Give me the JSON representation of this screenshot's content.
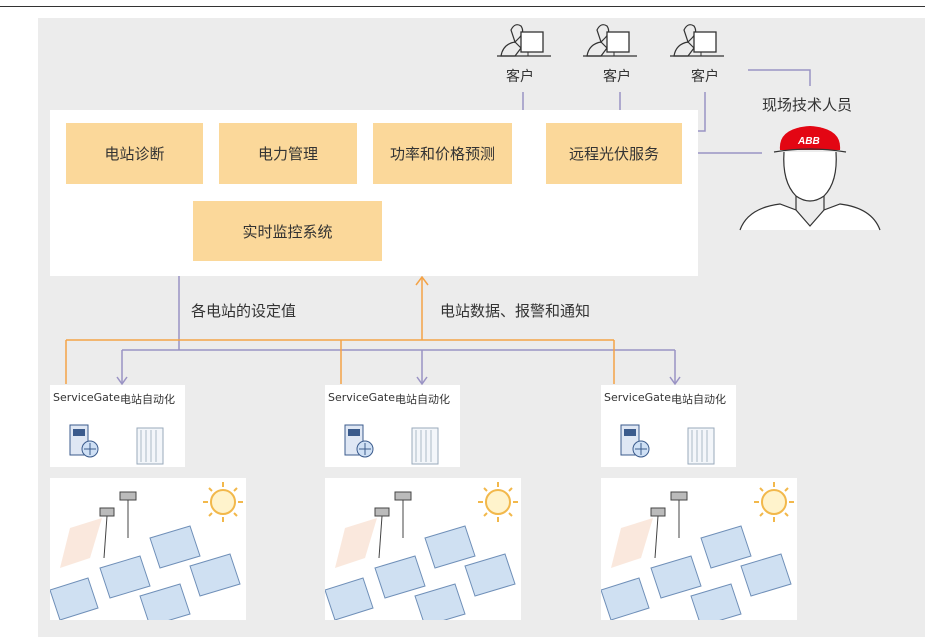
{
  "diagram": {
    "customers": [
      "客户",
      "客户",
      "客户"
    ],
    "field_tech_label": "现场技术人员",
    "helmet_logo": "ABB",
    "services": {
      "plant_diagnosis": "电站诊断",
      "power_management": "电力管理",
      "power_price_forecast": "功率和价格预测",
      "remote_pv_service": "远程光伏服务",
      "realtime_monitoring": "实时监控系统"
    },
    "flows": {
      "setpoints": "各电站的设定值",
      "data_alarms": "电站数据、报警和通知"
    },
    "sites": [
      {
        "servicegate": "ServiceGate",
        "automation": "电站自动化"
      },
      {
        "servicegate": "ServiceGate",
        "automation": "电站自动化"
      },
      {
        "servicegate": "ServiceGate",
        "automation": "电站自动化"
      }
    ],
    "colors": {
      "box_fill": "#fbd89a",
      "purple_line": "#9a93c4",
      "orange_line": "#f4a347",
      "background": "#ececec"
    }
  }
}
